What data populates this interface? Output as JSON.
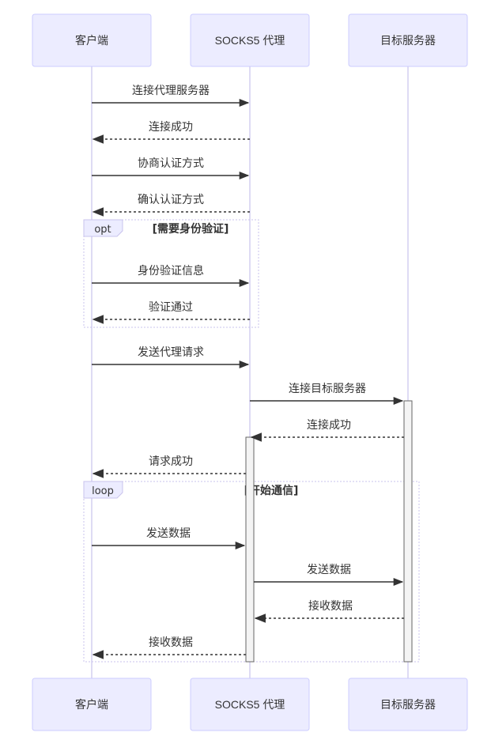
{
  "actors": [
    {
      "id": "client",
      "label": "客户端"
    },
    {
      "id": "proxy",
      "label": "SOCKS5 代理"
    },
    {
      "id": "server",
      "label": "目标服务器"
    }
  ],
  "messages": [
    {
      "text": "连接代理服务器",
      "from": "client",
      "to": "proxy",
      "style": "solid"
    },
    {
      "text": "连接成功",
      "from": "proxy",
      "to": "client",
      "style": "dashed"
    },
    {
      "text": "协商认证方式",
      "from": "client",
      "to": "proxy",
      "style": "solid"
    },
    {
      "text": "确认认证方式",
      "from": "proxy",
      "to": "client",
      "style": "dashed"
    },
    {
      "text": "身份验证信息",
      "from": "client",
      "to": "proxy",
      "style": "solid"
    },
    {
      "text": "验证通过",
      "from": "proxy",
      "to": "client",
      "style": "dashed"
    },
    {
      "text": "发送代理请求",
      "from": "client",
      "to": "proxy",
      "style": "solid"
    },
    {
      "text": "连接目标服务器",
      "from": "proxy",
      "to": "server",
      "style": "solid"
    },
    {
      "text": "连接成功",
      "from": "server",
      "to": "proxy",
      "style": "dashed"
    },
    {
      "text": "请求成功",
      "from": "proxy",
      "to": "client",
      "style": "dashed"
    },
    {
      "text": "发送数据",
      "from": "client",
      "to": "proxy",
      "style": "solid"
    },
    {
      "text": "发送数据",
      "from": "proxy",
      "to": "server",
      "style": "solid"
    },
    {
      "text": "接收数据",
      "from": "server",
      "to": "proxy",
      "style": "dashed"
    },
    {
      "text": "接收数据",
      "from": "proxy",
      "to": "client",
      "style": "dashed"
    }
  ],
  "frames": [
    {
      "kind": "opt",
      "condition": "[需要身份验证]"
    },
    {
      "kind": "loop",
      "condition": "[开始通信]"
    }
  ]
}
